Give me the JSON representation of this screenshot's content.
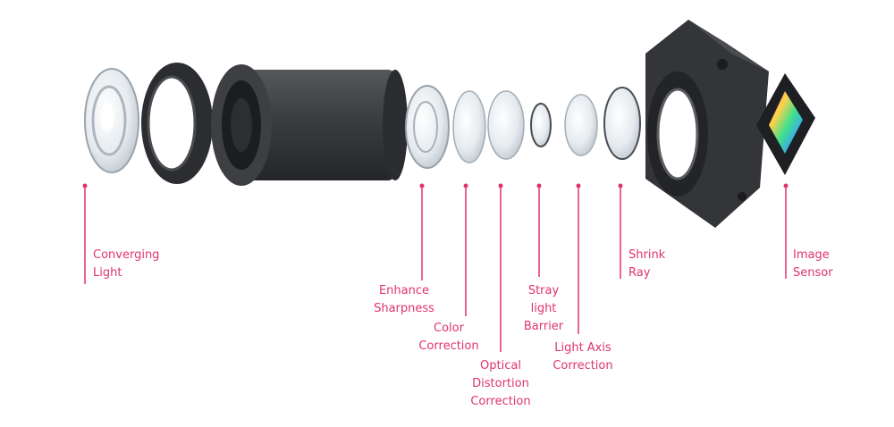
{
  "colors": {
    "accent": "#e0336e",
    "body_dark": "#2f3033",
    "body_mid": "#45474b",
    "glass": "#dfe5ea"
  },
  "labels": {
    "converging_light": [
      "Converging",
      "Light"
    ],
    "enhance_sharpness": [
      "Enhance",
      "Sharpness"
    ],
    "color_correction": [
      "Color",
      "Correction"
    ],
    "optical_distortion": [
      "Optical",
      "Distortion",
      "Correction"
    ],
    "stray_light": [
      "Stray",
      "light",
      "Barrier"
    ],
    "light_axis": [
      "Light Axis",
      "Correction"
    ],
    "shrink_ray": [
      "Shrink",
      "Ray"
    ],
    "image_sensor": [
      "Image",
      "Sensor"
    ]
  }
}
